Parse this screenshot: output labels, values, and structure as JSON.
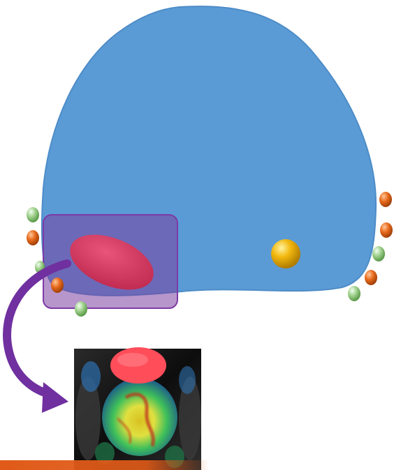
{
  "colors": {
    "organ_fill": "#5b9bd5",
    "organ_shadow": "#3f7fbf",
    "lesion_fill": "#d6365e",
    "highlight_box_fill": "#7a3fa0",
    "highlight_box_stroke": "#7e3aa6",
    "arrow": "#7030a0",
    "marker_yellow": "#f2b80f",
    "node_orange": "#e86a1c",
    "node_green": "#9fd08c",
    "scan_bg": "#111111",
    "scan_top_blob": "#ff4d5a",
    "scan_heat_green": "#3fc05a",
    "scan_heat_yellow": "#f2e233",
    "bottom_bar": "#e05a18"
  },
  "figure": {
    "organ": "prostate-outline",
    "lesion": "lesion",
    "highlight": "region-of-interest-box",
    "arrow": "curved-arrow",
    "scan": "mri-heatmap-thumbnail",
    "marker": "fiducial-marker"
  }
}
